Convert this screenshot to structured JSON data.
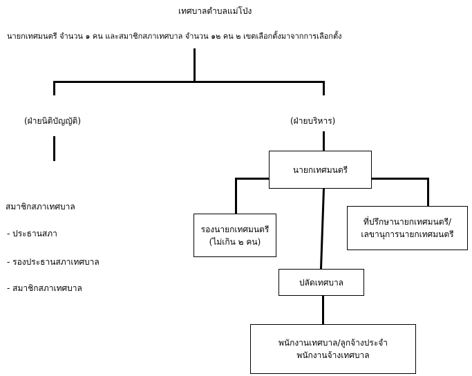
{
  "title": "เทศบาลตำบลแม่โป่ง",
  "subtitle": "นายกเทศมนตรี จำนวน ๑ คน และสมาชิกสภาเทศบาล จำนวน ๑๒ คน ๒ เขตเลือกตั้งมาจากการเลือกตั้ง",
  "branches": {
    "legislative": "(ฝ่ายนิติบัญญัติ)",
    "executive": "(ฝ่ายบริหาร)"
  },
  "council": {
    "heading": "สมาชิกสภาเทศบาล",
    "items": [
      "-  ประธานสภา",
      "-  รองประธานสภาเทศบาล",
      "-  สมาชิกสภาเทศบาล"
    ]
  },
  "boxes": {
    "mayor": "นายกเทศมนตรี",
    "deputy_line1": "รองนายกเทศมนตรี",
    "deputy_line2": "(ไม่เกิน ๒ คน)",
    "advisor_line1": "ที่ปรึกษานายกเทศมนตรี/",
    "advisor_line2": "เลขานุการนายกเทศมนตรี",
    "clerk": "ปลัดเทศบาล",
    "staff_line1": "พนักงานเทศบาล/ลูกจ้างประจำ",
    "staff_line2": "พนักงานจ้างเทศบาล"
  }
}
